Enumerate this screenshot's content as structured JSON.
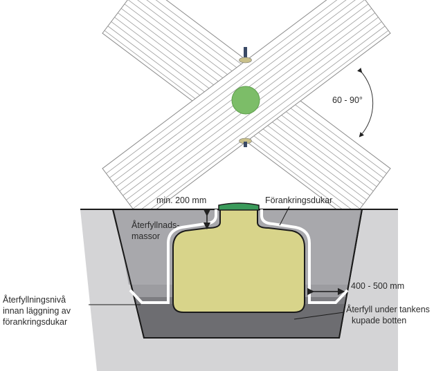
{
  "top_view": {
    "angle_label": "60 - 90°"
  },
  "section_view": {
    "min_cover_label": "min. 200 mm",
    "anchoring_fabric_label": "Förankringsdukar",
    "backfill_label_line1": "Återfyllnads-",
    "backfill_label_line2": "massor",
    "side_distance_label": "400 - 500 mm",
    "fill_level_line1": "Återfyllningsnivå",
    "fill_level_line2": "innan läggning av",
    "fill_level_line3": "förankringsdukar",
    "bottom_fill_line1": "Återfyll under tankens",
    "bottom_fill_line2": "kupade botten"
  },
  "colors": {
    "tank_fill": "#d8d48a",
    "tank_lid": "#3a9a5a",
    "top_circle": "#7cbd68",
    "pit_wall": "#d4d4d6",
    "backfill": "#9c9ca0",
    "bottom_layer": "#6d6d71",
    "fabric": "#ffffff"
  }
}
